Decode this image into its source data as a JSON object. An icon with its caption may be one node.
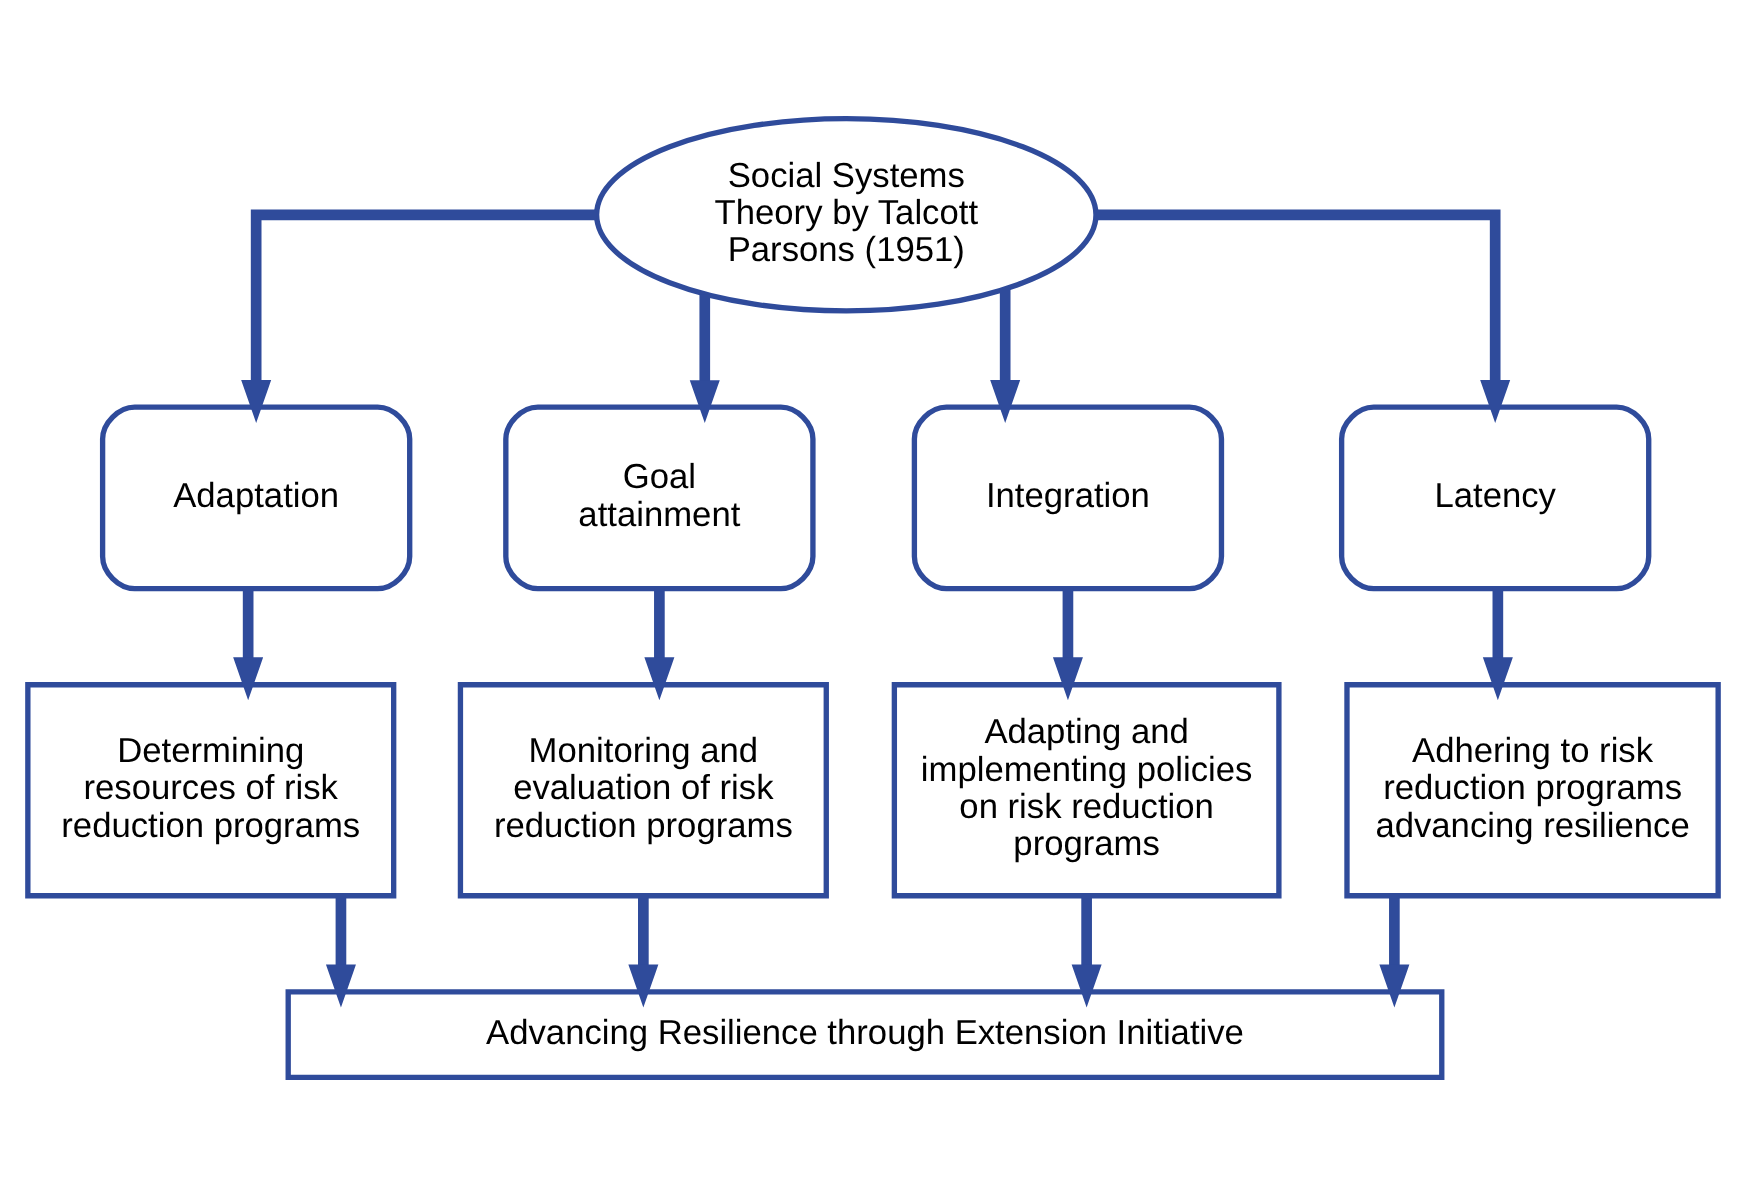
{
  "diagram": {
    "nodes": [
      {
        "text": [
          "Social Systems Theory by Talcott Parsons (1951)"
        ]
      },
      {
        "text": [
          "Adaptation"
        ]
      },
      {
        "text": [
          "Goal attainment"
        ]
      },
      {
        "text": [
          "Integration"
        ]
      },
      {
        "text": [
          "Latency"
        ]
      },
      {
        "text": [
          "Determining resources of risk reduction programs"
        ]
      },
      {
        "text": [
          "Monitoring and evaluation of risk reduction programs"
        ]
      },
      {
        "text": [
          "Adapting and implementing policies on risk reduction programs"
        ]
      },
      {
        "text": [
          "Adhering to risk reduction programs advancing resilience"
        ]
      },
      {
        "text": [
          "Advancing Resilience through Extension Initiative"
        ]
      }
    ],
    "edges": [
      {
        "from": 0,
        "to": 1,
        "arrow": "to"
      },
      {
        "from": 0,
        "to": 2,
        "arrow": "to"
      },
      {
        "from": 0,
        "to": 3,
        "arrow": "to"
      },
      {
        "from": 0,
        "to": 4,
        "arrow": "to"
      },
      {
        "from": 1,
        "to": 5,
        "arrow": "to"
      },
      {
        "from": 2,
        "to": 6,
        "arrow": "to"
      },
      {
        "from": 3,
        "to": 7,
        "arrow": "to"
      },
      {
        "from": 4,
        "to": 8,
        "arrow": "to"
      },
      {
        "from": 5,
        "to": 9,
        "arrow": "to"
      },
      {
        "from": 6,
        "to": 9,
        "arrow": "to"
      },
      {
        "from": 7,
        "to": 9,
        "arrow": "to"
      },
      {
        "from": 8,
        "to": 9,
        "arrow": "to"
      }
    ]
  }
}
